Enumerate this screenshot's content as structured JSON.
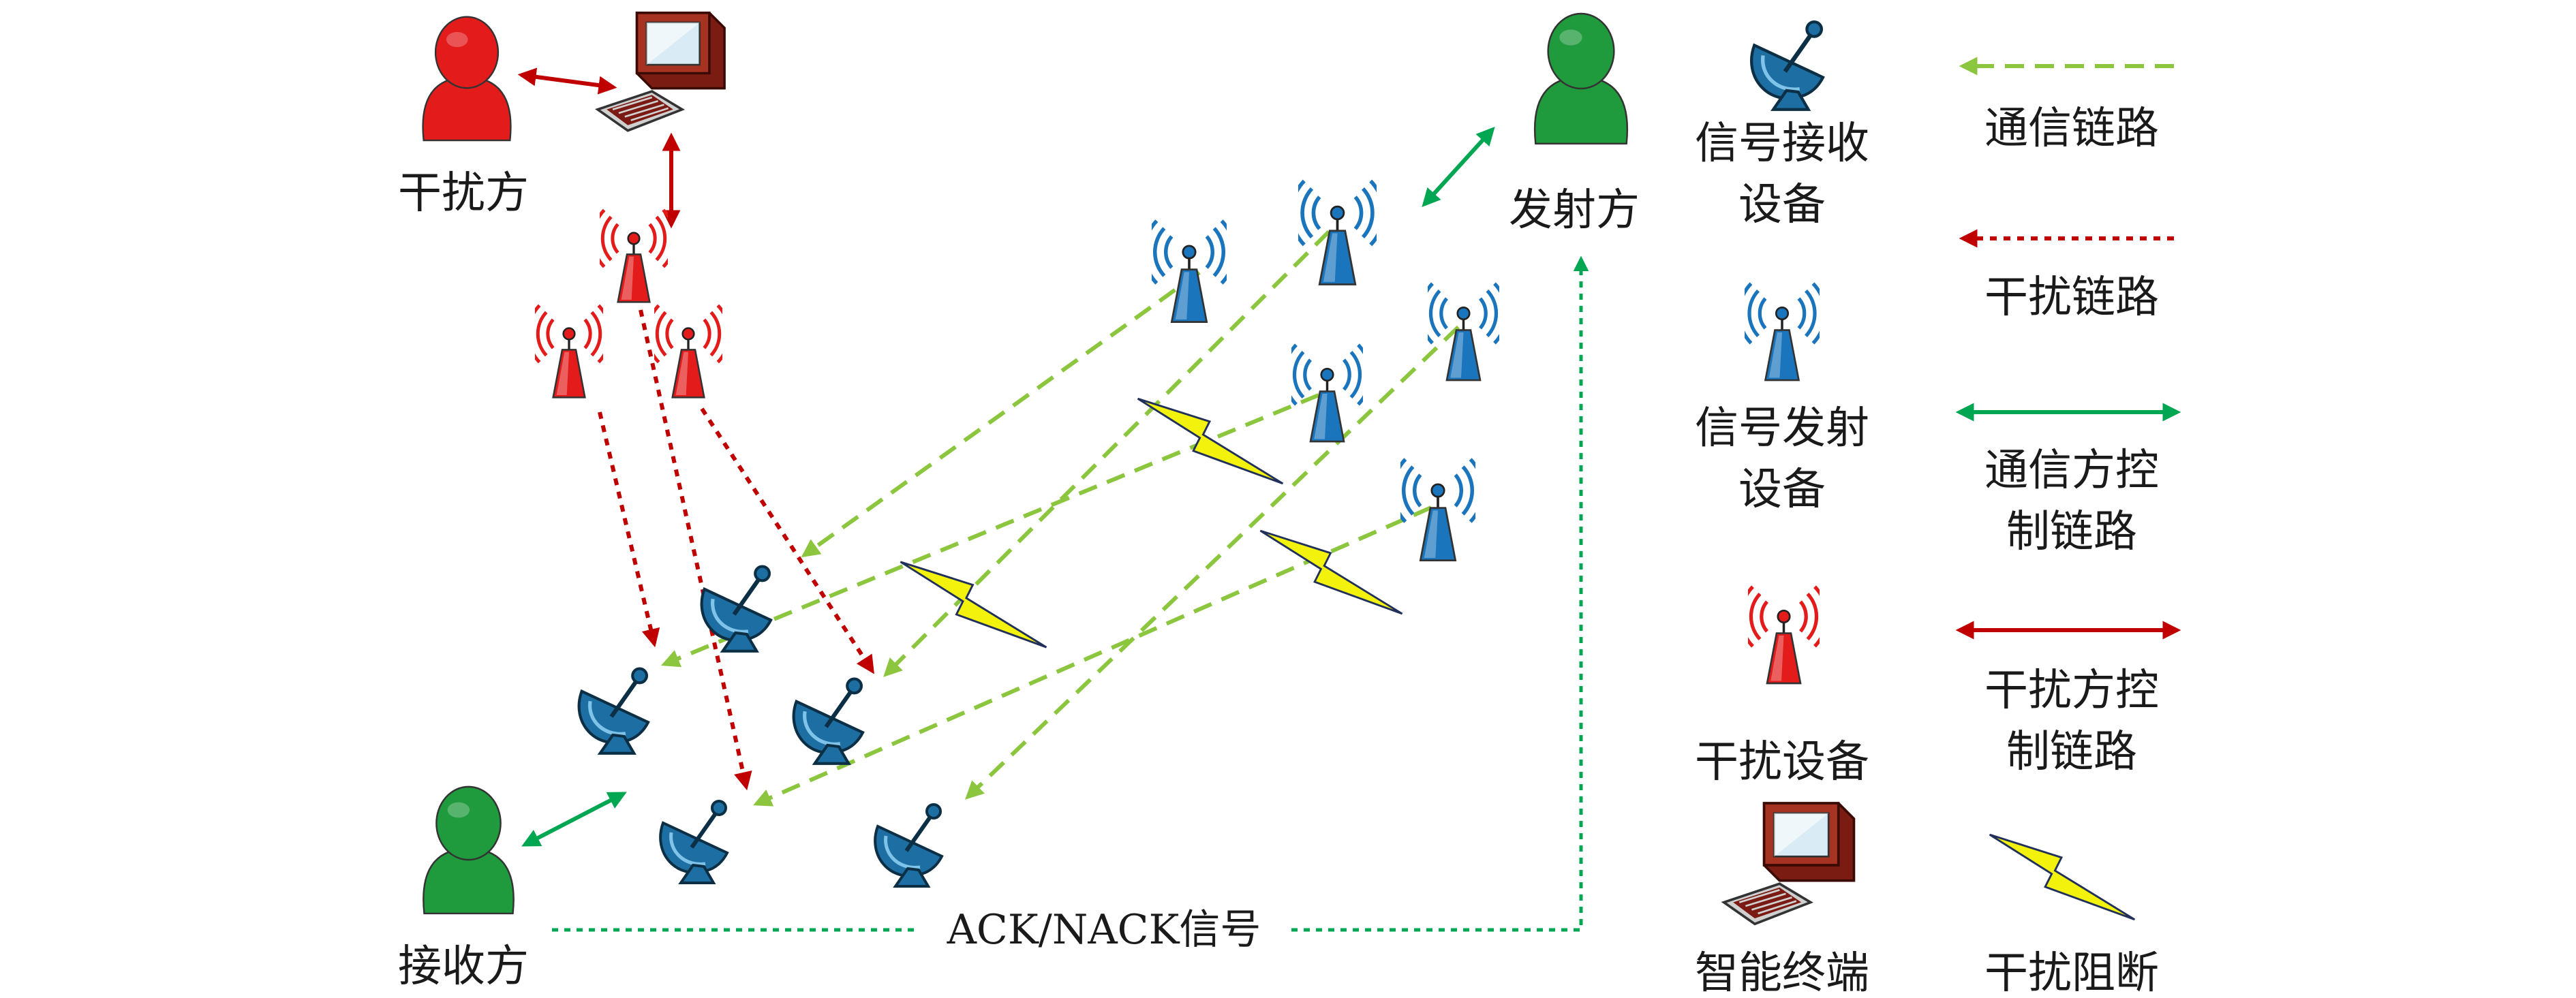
{
  "diagram": {
    "labels": {
      "jammer": "干扰方",
      "transmitter": "发射方",
      "receiver": "接收方",
      "ack": "ACK/NACK信号"
    },
    "legend": {
      "receive_device": [
        "信号接收",
        "设备"
      ],
      "transmit_device": [
        "信号发射",
        "设备"
      ],
      "jam_device": "干扰设备",
      "smart_terminal": "智能终端",
      "comm_link": "通信链路",
      "jam_link": "干扰链路",
      "comm_control_link": [
        "通信方控",
        "制链路"
      ],
      "jam_control_link": [
        "干扰方控",
        "制链路"
      ],
      "jam_block": "干扰阻断"
    },
    "colors": {
      "jammer_person": "#e31b1b",
      "comm_person": "#1f9a3c",
      "comm_link": "#8cc63f",
      "jam_link": "#c00000",
      "control_link": "#00a651",
      "antenna_blue": "#1b75bc",
      "antenna_red": "#e31b1b",
      "lightning": "#f2f20c"
    },
    "icons": [
      "person-icon",
      "computer-terminal-icon",
      "antenna-tower-icon",
      "satellite-dish-icon",
      "lightning-icon"
    ]
  }
}
